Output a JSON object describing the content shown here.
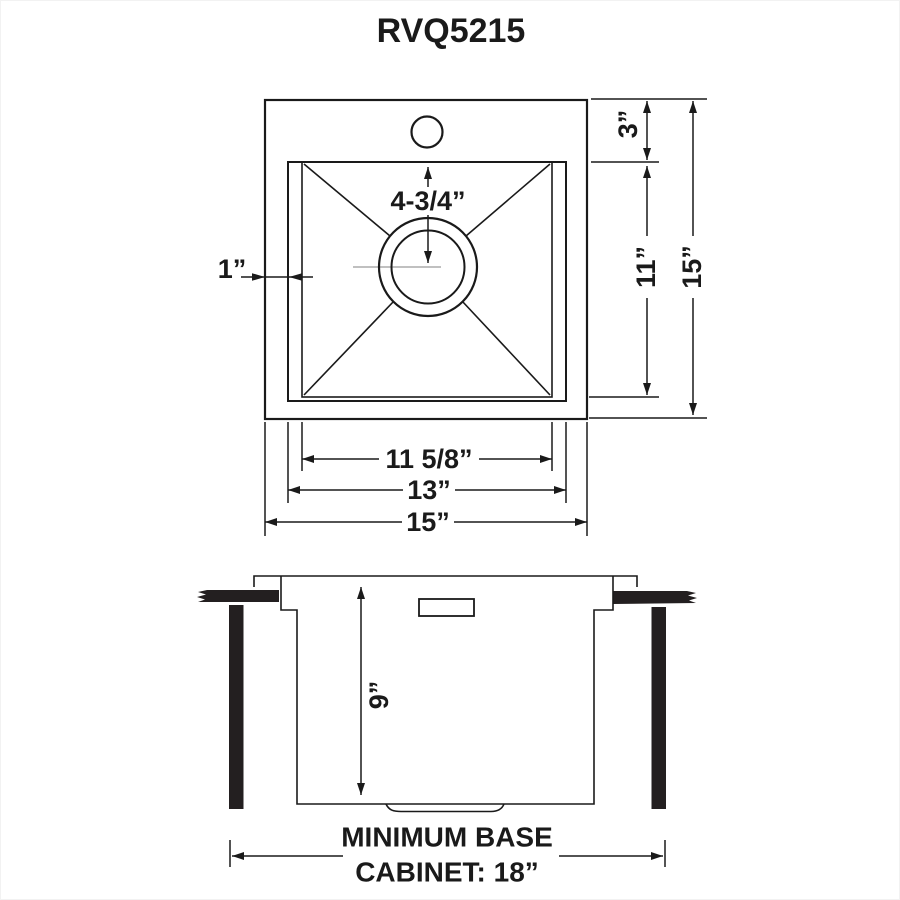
{
  "title": "RVQ5215",
  "top_view": {
    "faucet_offset": "3”",
    "bowl_length": "11”",
    "overall_height": "15”",
    "drain_center": "4-3/4”",
    "rim_width": "1”",
    "bowl_width": "11 5/8”",
    "outer_bowl_width": "13”",
    "overall_width": "15”"
  },
  "section_view": {
    "depth": "9”",
    "cabinet_line1": "MINIMUM BASE",
    "cabinet_line2": "CABINET: 18”"
  },
  "colors": {
    "line": "#1a1a1a",
    "centerline": "#9a9a9a",
    "background": "#ffffff"
  }
}
